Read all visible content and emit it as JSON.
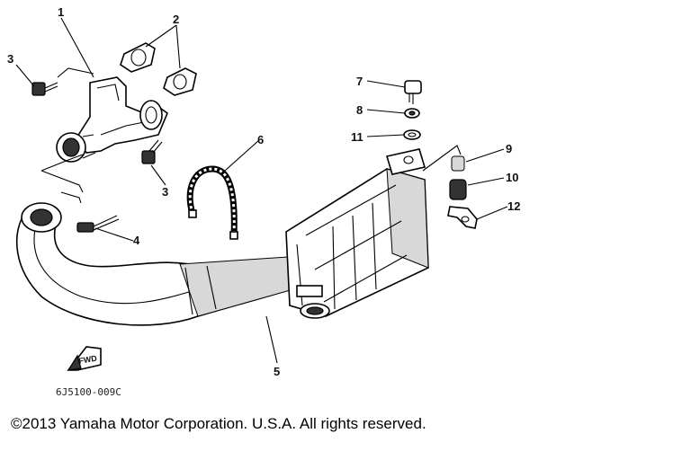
{
  "callouts": {
    "c1": "1",
    "c2": "2",
    "c3a": "3",
    "c3b": "3",
    "c4": "4",
    "c5": "5",
    "c6": "6",
    "c7": "7",
    "c8": "8",
    "c9": "9",
    "c10": "10",
    "c11": "11",
    "c12": "12"
  },
  "fwd_label": "FWD",
  "part_code": "6J5100-009C",
  "copyright": "©2013 Yamaha Motor Corporation. U.S.A. All rights reserved."
}
